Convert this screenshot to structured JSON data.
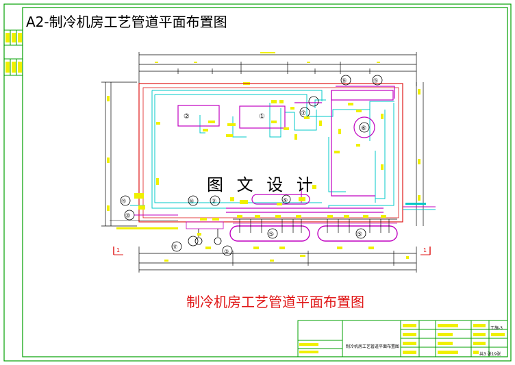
{
  "sheet_title": "A2-制冷机房工艺管道平面布置图",
  "watermark": "图 文 设 计",
  "drawing_title": "制冷机房工艺管道平面布置图",
  "equipment_labels": [
    "①",
    "②",
    "③",
    "⑤",
    "⑤",
    "⑥",
    "⑦",
    "⑨",
    "⑮",
    "⑯",
    "⑰",
    "⑱",
    "⑲",
    "⑳"
  ],
  "section_marks": [
    "1",
    "1"
  ],
  "title_block": {
    "drawing_name": "制冷机房工艺管道平面布置图",
    "drawing_code": "工施-3",
    "sheet_info": "共3 张19张"
  },
  "colors": {
    "frame": "#00a000",
    "wall": "#e01818",
    "pipe_cyan": "#00c8c8",
    "pipe_magenta": "#c000c0",
    "note_yellow": "#f0f000",
    "title_red": "#e01818"
  }
}
